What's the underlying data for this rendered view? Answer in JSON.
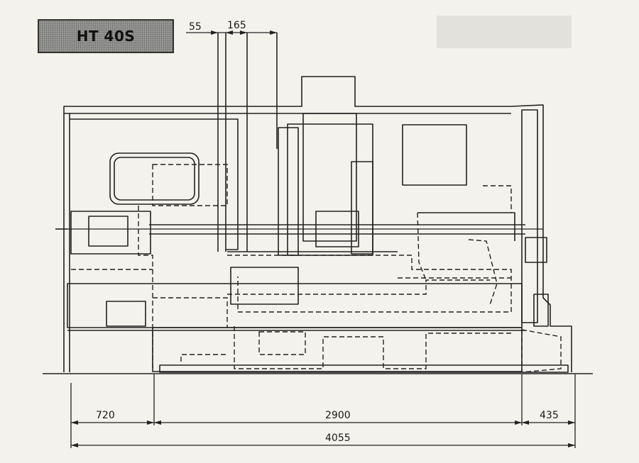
{
  "title": "HT 40S",
  "dimensions": {
    "top_left": "55",
    "top_right": "165",
    "left": "720",
    "middle": "2900",
    "right": "435",
    "overall": "4055"
  },
  "colors": {
    "ink": "#222222",
    "paper": "#f4f2ec",
    "label_fill": "#9a9a98"
  }
}
